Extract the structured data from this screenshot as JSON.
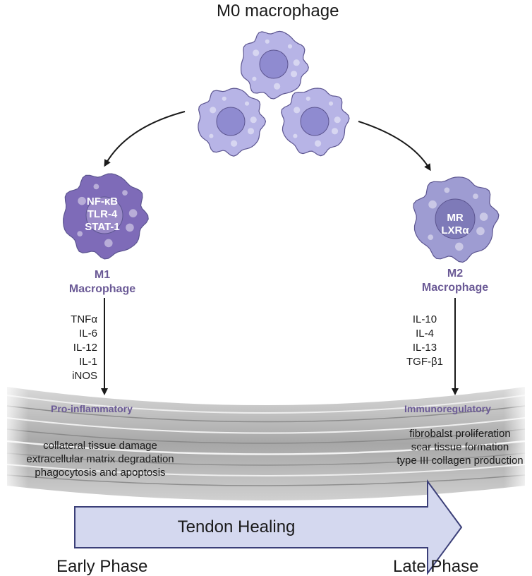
{
  "title": "M0 macrophage",
  "m1": {
    "markers": [
      "NF-κB",
      "TLR-4",
      "STAT-1"
    ],
    "label_line1": "M1",
    "label_line2": "Macrophage",
    "cytokines": [
      "TNFα",
      "IL-6",
      "IL-12",
      "IL-1",
      "iNOS"
    ],
    "phase_tag": "Pro-inflammatory",
    "effects": [
      "collateral tissue damage",
      "extracellular matrix degradation",
      "phagocytosis and apoptosis"
    ]
  },
  "m2": {
    "markers": [
      "MR",
      "LXRα"
    ],
    "label_line1": "M2",
    "label_line2": "Macrophage",
    "cytokines": [
      "IL-10",
      "IL-4",
      "IL-13",
      "TGF-β1"
    ],
    "phase_tag": "Immunoregulatory",
    "effects": [
      "fibrobalst proliferation",
      "scar tissue formation",
      "type III collagen production"
    ]
  },
  "healing_label": "Tendon Healing",
  "early_phase": "Early Phase",
  "late_phase": "Late Phase",
  "colors": {
    "m0_cell": "#b7b4e6",
    "m0_nucleus": "#8f8bd0",
    "m1_cell": "#7e6bb8",
    "m1_nucleus": "#9a8ac8",
    "m2_cell": "#9e9cd2",
    "m2_nucleus": "#7e7ab8",
    "label_purple": "#6b5a96",
    "arrow_fill": "#d4d8ef",
    "arrow_stroke": "#3b3f78"
  }
}
